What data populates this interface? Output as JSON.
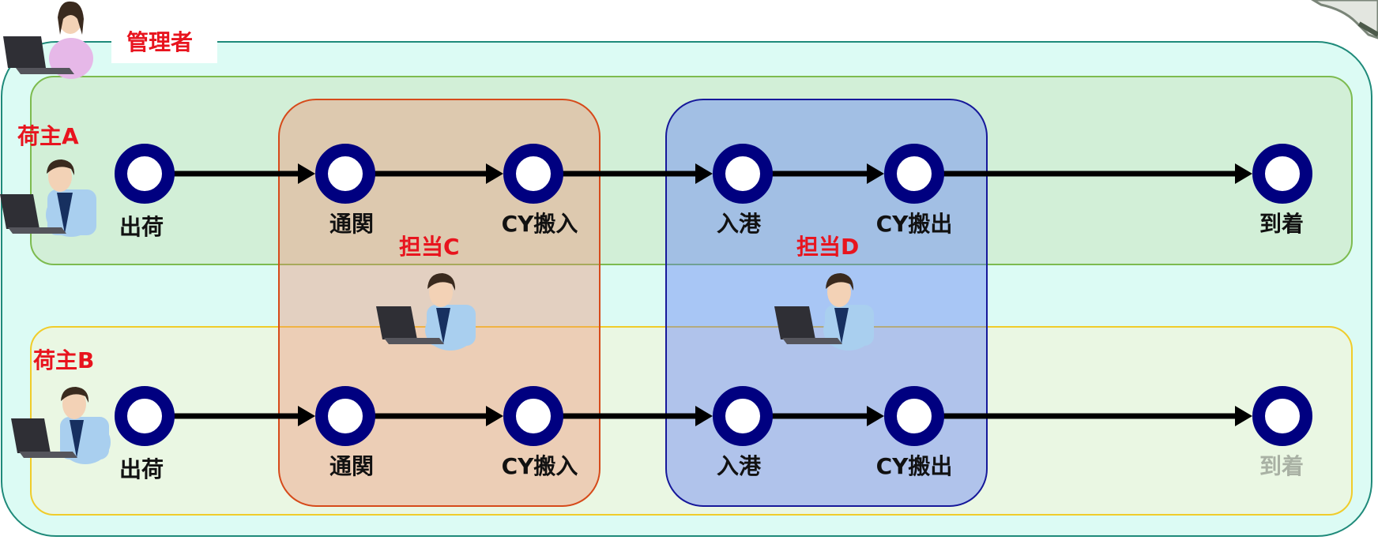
{
  "admin": {
    "label": "管理者"
  },
  "zones": [
    {
      "label": "担当C"
    },
    {
      "label": "担当D"
    }
  ],
  "lanes": [
    {
      "shipper": "荷主A",
      "steps": [
        "出荷",
        "通関",
        "CY搬入",
        "入港",
        "CY搬出",
        "到着"
      ]
    },
    {
      "shipper": "荷主B",
      "steps": [
        "出荷",
        "通関",
        "CY搬入",
        "入港",
        "CY搬出",
        "到着"
      ],
      "last_step_pending": true
    }
  ],
  "colors": {
    "node": "#000080",
    "arrow": "#000000",
    "label_red": "#e8141e",
    "pending": "#a9b1a4"
  }
}
